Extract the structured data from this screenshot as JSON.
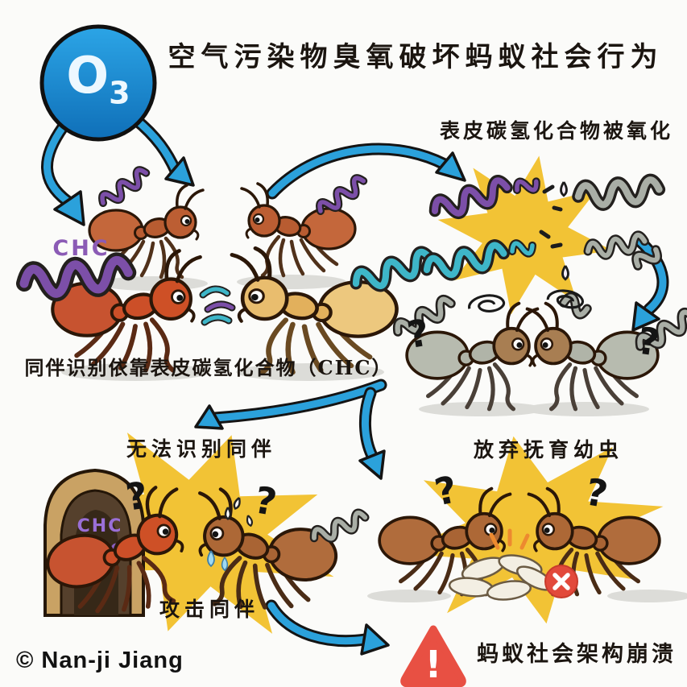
{
  "title": "空气污染物臭氧破坏蚂蚁社会行为",
  "credit": "© Nan-ji Jiang",
  "o3_badge": {
    "symbol": "O",
    "subscript": "3"
  },
  "top_scene": {
    "chc_label": "CHC",
    "caption": "同伴识别依靠表皮碳氢化合物（CHC）"
  },
  "oxidation_scene": {
    "caption": "表皮碳氢化合物被氧化"
  },
  "confusion_scene": {
    "question_mark": "?"
  },
  "attack_scene": {
    "caption_top": "无法识别同伴",
    "caption_bottom": "攻击同伴",
    "nest_chc_label": "CHC",
    "question_mark": "?"
  },
  "brood_scene": {
    "caption": "放弃抚育幼虫",
    "question_mark": "?"
  },
  "collapse": {
    "caption": "蚂蚁社会架构崩溃",
    "warning_mark": "!"
  },
  "marks": {
    "question": "?"
  },
  "colors": {
    "arrow_blue": "#2BA1DB",
    "o3_blue": "#1B8AD1",
    "star_yellow": "#F2C335",
    "chc_purple": "#7C4FA8",
    "signal_teal": "#3EB6C8",
    "oxidized_gray": "#A9AEA6",
    "warning_red": "#E85043",
    "reject_red": "#E2493B"
  }
}
